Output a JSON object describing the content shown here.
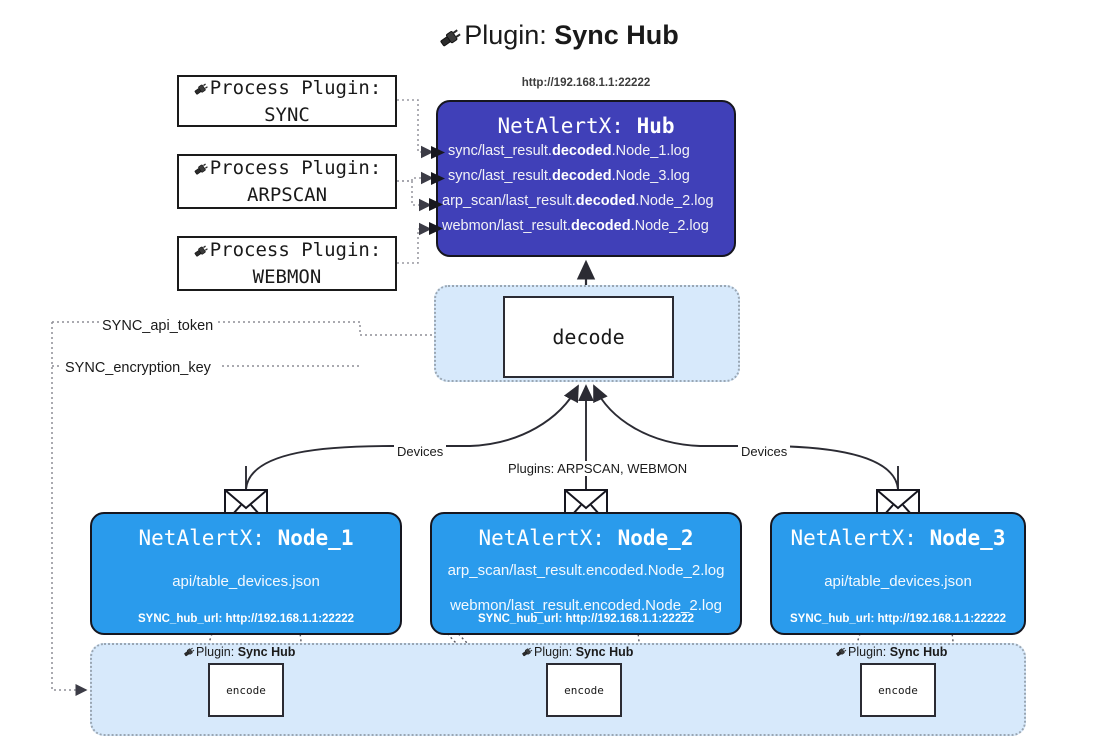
{
  "title": {
    "icon": "plug-icon",
    "prefix": "Plugin:",
    "name": "Sync Hub"
  },
  "process_plugins": [
    {
      "icon": "plug-icon",
      "line1": "Process Plugin:",
      "line2": "SYNC"
    },
    {
      "icon": "plug-icon",
      "line1": "Process Plugin:",
      "line2": "ARPSCAN"
    },
    {
      "icon": "plug-icon",
      "line1": "Process Plugin:",
      "line2": "WEBMON"
    }
  ],
  "hub": {
    "url": "http://192.168.1.1:22222",
    "title_prefix": "NetAlertX:",
    "title_name": "Hub",
    "logs": [
      {
        "pre": "sync/last_result.",
        "em": "decoded",
        "post": ".Node_1.log"
      },
      {
        "pre": "sync/last_result.",
        "em": "decoded",
        "post": ".Node_3.log"
      },
      {
        "pre": "arp_scan/last_result.",
        "em": "decoded",
        "post": ".Node_2.log"
      },
      {
        "pre": "webmon/last_result.",
        "em": "decoded",
        "post": ".Node_2.log"
      }
    ],
    "color": "#4040b8"
  },
  "decode": {
    "label": "decode",
    "container_color": "#d7e9fb"
  },
  "settings": {
    "api_token": "SYNC_api_token",
    "encryption_key": "SYNC_encryption_key"
  },
  "edges": {
    "devices_left": "Devices",
    "devices_right": "Devices",
    "plugins_center": "Plugins: ARPSCAN, WEBMON"
  },
  "nodes": [
    {
      "title_prefix": "NetAlertX:",
      "title_name": "Node_1",
      "lines": [
        "api/table_devices.json"
      ],
      "hub_url_label": "SYNC_hub_url: http://192.168.1.1:22222",
      "color": "#2a9bec",
      "envelope_icon": "envelope-icon"
    },
    {
      "title_prefix": "NetAlertX:",
      "title_name": "Node_2",
      "lines": [
        "arp_scan/last_result.encoded.Node_2.log",
        "webmon/last_result.encoded.Node_2.log"
      ],
      "hub_url_label": "SYNC_hub_url: http://192.168.1.1:22222",
      "color": "#2a9bec",
      "envelope_icon": "envelope-icon"
    },
    {
      "title_prefix": "NetAlertX:",
      "title_name": "Node_3",
      "lines": [
        "api/table_devices.json"
      ],
      "hub_url_label": "SYNC_hub_url: http://192.168.1.1:22222",
      "color": "#2a9bec",
      "envelope_icon": "envelope-icon"
    }
  ],
  "plugin_band": {
    "items": [
      {
        "icon": "plug-icon",
        "prefix": "Plugin:",
        "name": "Sync Hub",
        "box_label": "encode"
      },
      {
        "icon": "plug-icon",
        "prefix": "Plugin:",
        "name": "Sync Hub",
        "box_label": "encode"
      },
      {
        "icon": "plug-icon",
        "prefix": "Plugin:",
        "name": "Sync Hub",
        "box_label": "encode"
      }
    ]
  }
}
